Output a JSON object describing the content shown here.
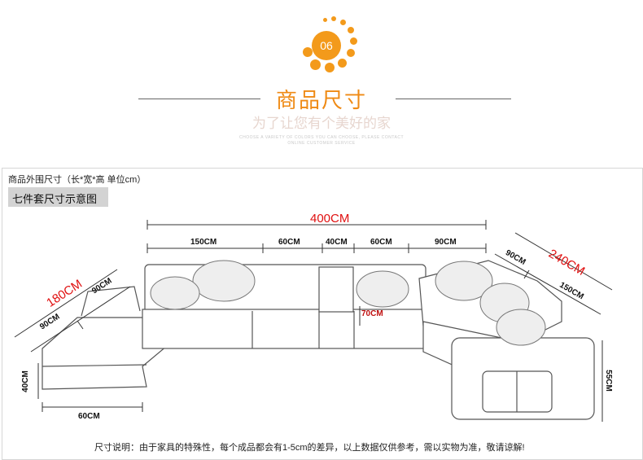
{
  "header": {
    "number": "06",
    "title": "商品尺寸",
    "subtitle": "为了让您有个美好的家",
    "tiny_line1": "CHOOSE A VARIETY OF COLORS YOU CAN CHOOSE, PLEASE CONTACT",
    "tiny_line2": "ONLINE CUSTOMER SERVICE",
    "accent_color": "#f39a1b"
  },
  "panel": {
    "caption": "商品外围尺寸（长*宽*高  单位cm）",
    "set_label": "七件套尺寸示意图",
    "note": "尺寸说明：由于家具的特殊性，每个成品都会有1-5cm的差异，以上数据仅供参考，需以实物为准，敬请谅解!"
  },
  "dimensions": {
    "total_length": "400CM",
    "seg1": "150CM",
    "seg2": "60CM",
    "seg3": "40CM",
    "seg4": "60CM",
    "seg5": "90CM",
    "left_total": "180CM",
    "left_a": "90CM",
    "left_b": "90CM",
    "right_total": "240CM",
    "right_a": "90CM",
    "right_b": "150CM",
    "table_height": "70CM",
    "seat_height": "40CM",
    "arm_height": "55CM",
    "chaise_width": "60CM"
  }
}
